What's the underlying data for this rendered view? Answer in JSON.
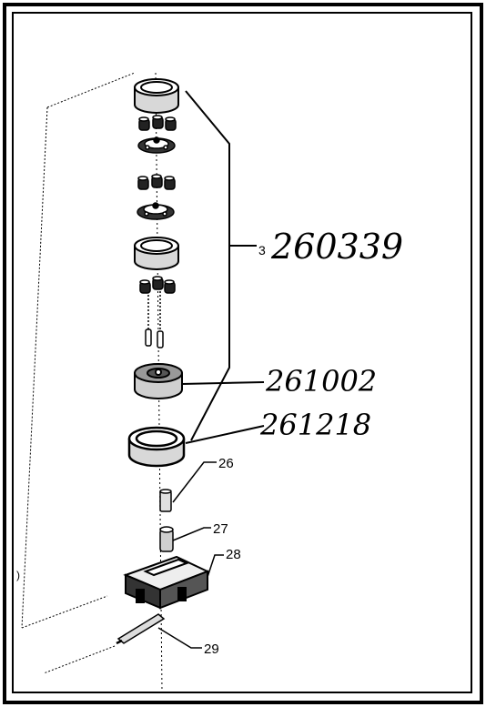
{
  "callouts": {
    "assembly_prefix": "3",
    "assembly_number": "260339",
    "part_261002": "261002",
    "part_261218": "261218",
    "part_26": "26",
    "part_27": "27",
    "part_28": "28",
    "part_29": "29",
    "edge_mark": ")"
  }
}
